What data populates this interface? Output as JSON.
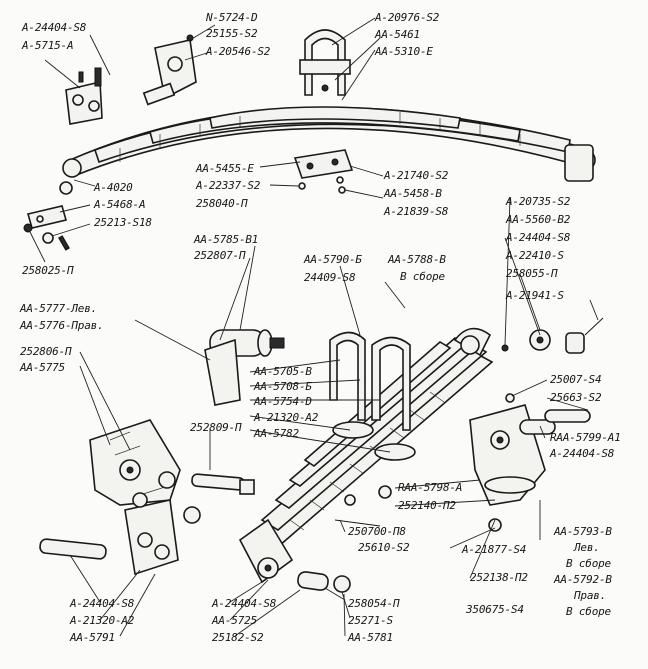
{
  "labels": [
    {
      "id": "a24404s8_top",
      "text": "A-24404-S8"
    },
    {
      "id": "a5715a",
      "text": "A-5715-A"
    },
    {
      "id": "n5724d",
      "text": "N-5724-D"
    },
    {
      "id": "p25155s2",
      "text": "25155-S2"
    },
    {
      "id": "a20546s2",
      "text": "A-20546-S2"
    },
    {
      "id": "a20976s2",
      "text": "A-20976-S2"
    },
    {
      "id": "aa5461",
      "text": "AA-5461"
    },
    {
      "id": "aa5310e",
      "text": "AA-5310-E"
    },
    {
      "id": "aa5455e",
      "text": "AA-5455-E"
    },
    {
      "id": "a22337s2",
      "text": "A-22337-S2"
    },
    {
      "id": "p258040",
      "text": "258040-П"
    },
    {
      "id": "a21740s2",
      "text": "A-21740-S2"
    },
    {
      "id": "aa5458b",
      "text": "AA-5458-B"
    },
    {
      "id": "a21839s8",
      "text": "A-21839-S8"
    },
    {
      "id": "a4020",
      "text": "A-4020"
    },
    {
      "id": "a5468a",
      "text": "A-5468-A"
    },
    {
      "id": "p25213s18",
      "text": "25213-S18"
    },
    {
      "id": "p258025",
      "text": "258025-П"
    },
    {
      "id": "aa5785b1",
      "text": "AA-5785-B1"
    },
    {
      "id": "p252807",
      "text": "252807-П"
    },
    {
      "id": "aa5790b",
      "text": "AA-5790-Б"
    },
    {
      "id": "p24409s8",
      "text": "24409-S8"
    },
    {
      "id": "aa5788b",
      "text": "AA-5788-B"
    },
    {
      "id": "v_sbore_1",
      "text": "В сборе"
    },
    {
      "id": "a20735s2",
      "text": "A-20735-S2"
    },
    {
      "id": "aa5560b2",
      "text": "AA-5560-B2"
    },
    {
      "id": "a24404s8_r",
      "text": "A-24404-S8"
    },
    {
      "id": "a22410s",
      "text": "A-22410-S"
    },
    {
      "id": "p258055",
      "text": "258055-П"
    },
    {
      "id": "a21941s",
      "text": "A-21941-S"
    },
    {
      "id": "aa5777",
      "text": "AA-5777-Лев."
    },
    {
      "id": "aa5776",
      "text": "AA-5776-Прав."
    },
    {
      "id": "p252806",
      "text": "252806-П"
    },
    {
      "id": "aa5775",
      "text": "AA-5775"
    },
    {
      "id": "aa5705b",
      "text": "AA-5705-B"
    },
    {
      "id": "aa5708b",
      "text": "AA-5708-Б"
    },
    {
      "id": "aa5754d",
      "text": "AA-5754-D"
    },
    {
      "id": "a21320a2_mid",
      "text": "A-21320-A2"
    },
    {
      "id": "aa5782",
      "text": "AA-5782"
    },
    {
      "id": "p25007s4",
      "text": "25007-S4"
    },
    {
      "id": "p25663s2",
      "text": "25663-S2"
    },
    {
      "id": "raa5799a1",
      "text": "RAA-5799-A1"
    },
    {
      "id": "a24404s8_rr",
      "text": "A-24404-S8"
    },
    {
      "id": "p252809",
      "text": "252809-П"
    },
    {
      "id": "raa5798a",
      "text": "RAA-5798-A"
    },
    {
      "id": "p252140",
      "text": "252140-П2"
    },
    {
      "id": "p250700",
      "text": "250700-П8"
    },
    {
      "id": "p25610s2",
      "text": "25610-S2"
    },
    {
      "id": "a21877s4",
      "text": "A-21877-S4"
    },
    {
      "id": "aa5793b",
      "text": "AA-5793-B"
    },
    {
      "id": "lev",
      "text": "Лев."
    },
    {
      "id": "v_sbore_2",
      "text": "В сборе"
    },
    {
      "id": "aa5792b",
      "text": "AA-5792-B"
    },
    {
      "id": "prav",
      "text": "Прав."
    },
    {
      "id": "v_sbore_3",
      "text": "В сборе"
    },
    {
      "id": "p252138",
      "text": "252138-П2"
    },
    {
      "id": "p350675",
      "text": "350675-S4"
    },
    {
      "id": "a24404s8_bl",
      "text": "A-24404-S8"
    },
    {
      "id": "a21320a2_bl",
      "text": "A-21320-A2"
    },
    {
      "id": "aa5791",
      "text": "AA-5791"
    },
    {
      "id": "a24404s8_bm",
      "text": "A-24404-S8"
    },
    {
      "id": "aa5725",
      "text": "AA-5725"
    },
    {
      "id": "p25182s2",
      "text": "25182-S2"
    },
    {
      "id": "p258054",
      "text": "258054-П"
    },
    {
      "id": "p25271s",
      "text": "25271-S"
    },
    {
      "id": "aa5781",
      "text": "AA-5781"
    }
  ]
}
